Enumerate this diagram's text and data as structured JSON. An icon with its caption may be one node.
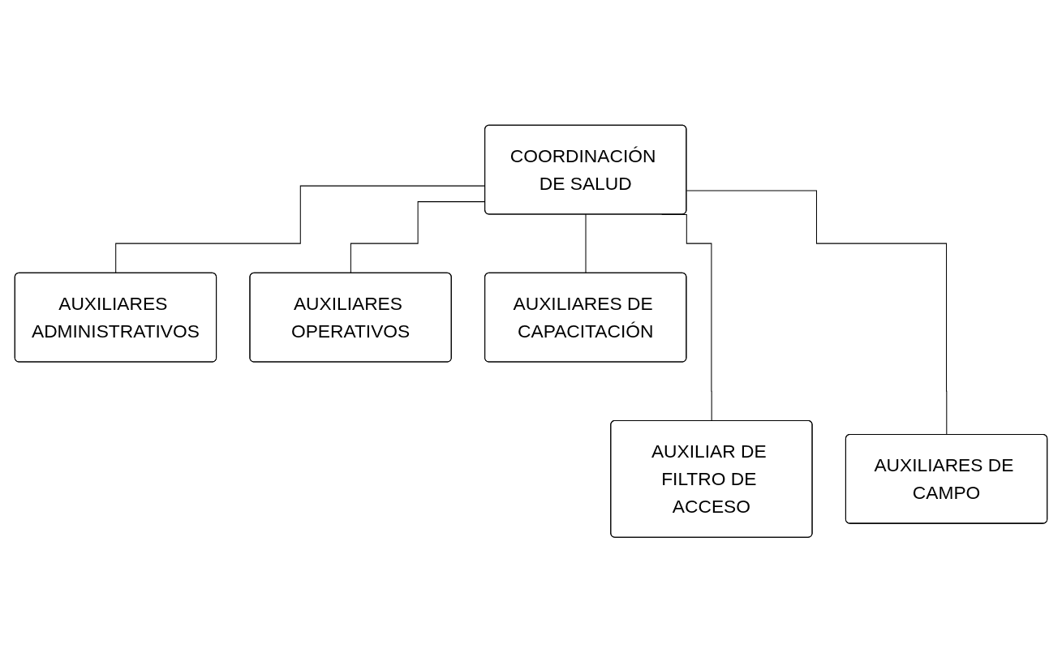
{
  "diagram": {
    "nodes": [
      {
        "text": [
          "COORDINACIÓN DE SALUD"
        ]
      },
      {
        "text": [
          "AUXILIARES ADMINISTRATIVOS"
        ]
      },
      {
        "text": [
          "AUXILIAR DE FILTRO DE ACCESO"
        ]
      },
      {
        "text": [
          "AUXILIARES OPERATIVOS"
        ]
      },
      {
        "text": [
          "AUXILIARES DE CAMPO"
        ]
      },
      {
        "text": [
          "AUXILIARES DE CAPACITACIÓN"
        ]
      }
    ],
    "edges": [
      {
        "from": 0,
        "to": 1,
        "arrow": "none"
      },
      {
        "from": 0,
        "to": 2,
        "arrow": "none"
      },
      {
        "from": 0,
        "to": 3,
        "arrow": "none"
      },
      {
        "from": 0,
        "to": 4,
        "arrow": "none"
      },
      {
        "from": 0,
        "to": 5,
        "arrow": "none"
      }
    ]
  }
}
